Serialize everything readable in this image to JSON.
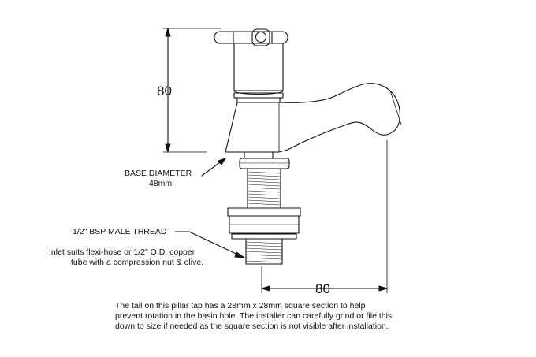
{
  "dimensions": {
    "height_label": "80",
    "projection_label": "80"
  },
  "callouts": {
    "base_diameter_title": "BASE  DIAMETER",
    "base_diameter_value": "48mm",
    "thread": "1/2\" BSP MALE THREAD",
    "inlet_line1": "Inlet suits flexi-hose or 1/2\" O.D. copper",
    "inlet_line2": "tube with a compression nut & olive."
  },
  "note_lines": [
    "The tail on this pillar tap has a 28mm x 28mm square section to help",
    "prevent rotation in the basin hole. The installer can carefully grind or file this",
    "down to size if needed as the square section is not visible after installation."
  ]
}
